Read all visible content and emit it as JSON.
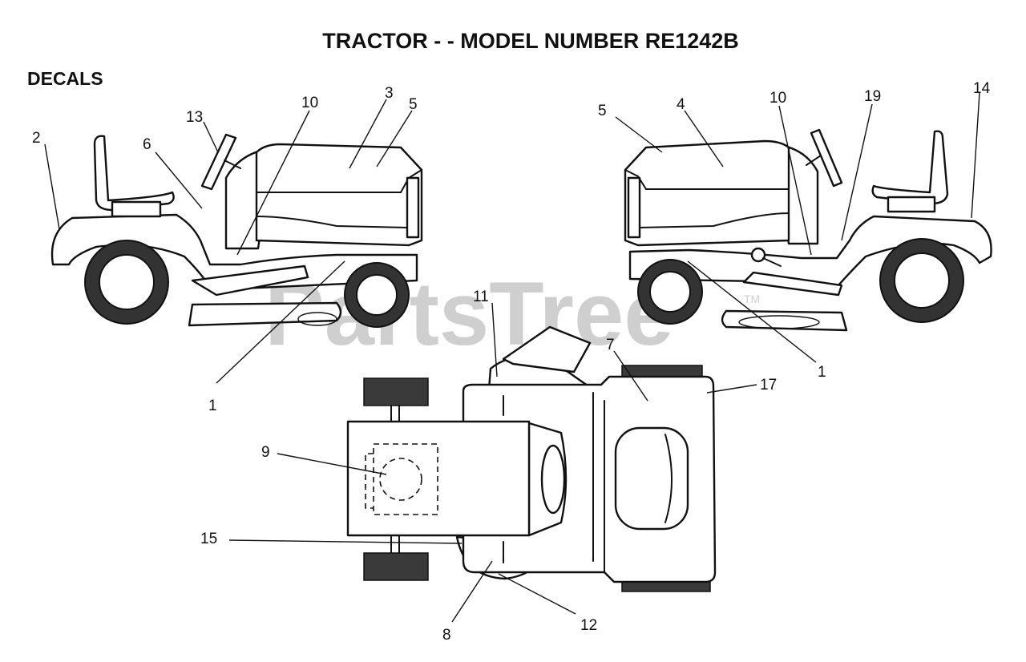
{
  "diagram": {
    "title": "TRACTOR - - MODEL NUMBER RE1242B",
    "section": "DECALS",
    "watermark": "PartsTree",
    "watermark_mark": "TM",
    "callouts": {
      "left_side": [
        "2",
        "6",
        "13",
        "10",
        "3",
        "5",
        "1"
      ],
      "right_side": [
        "5",
        "4",
        "10",
        "19",
        "14",
        "1"
      ],
      "top_view": [
        "11",
        "7",
        "17",
        "9",
        "15",
        "8",
        "12"
      ]
    }
  }
}
